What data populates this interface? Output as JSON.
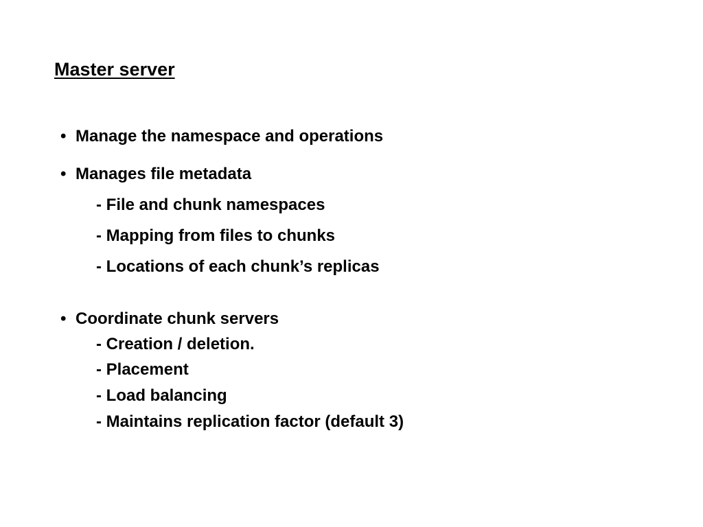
{
  "slide": {
    "title": "Master server",
    "bullet_char": "•",
    "bullets": [
      {
        "text": "Manage the namespace and operations",
        "subitems": []
      },
      {
        "text": "Manages file metadata",
        "subitems": [
          "- File and chunk namespaces",
          "- Mapping from files to chunks",
          "- Locations of each chunk’s replicas"
        ]
      },
      {
        "text": "Coordinate chunk servers",
        "subitems": [
          "- Creation / deletion.",
          "- Placement",
          "- Load balancing",
          "- Maintains replication factor (default 3)"
        ]
      }
    ]
  }
}
